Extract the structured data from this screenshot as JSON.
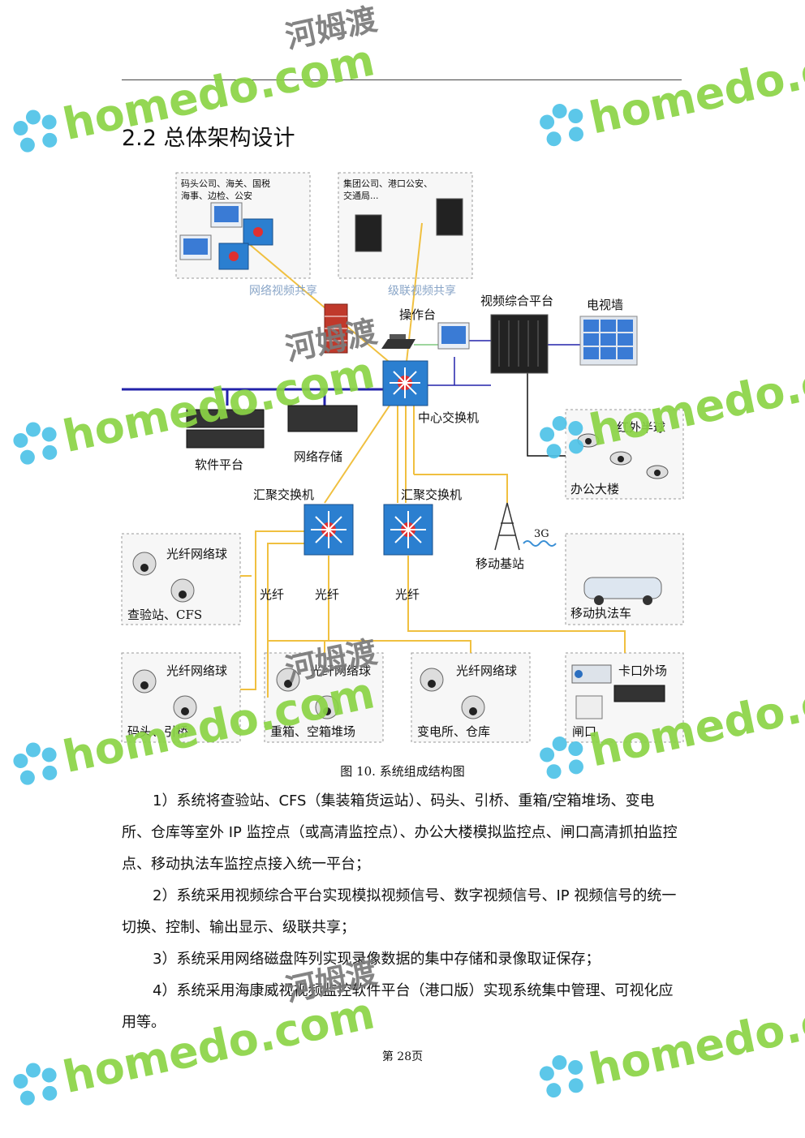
{
  "header": {
    "section_title": "2.2  总体架构设计"
  },
  "diagram": {
    "groups": {
      "top_left_text_line1": "码头公司、海关、国税",
      "top_left_text_line2": "海事、边检、公安",
      "top_right_text_line1": "集团公司、港口公安、",
      "top_right_text_line2": "交通局..."
    },
    "labels": {
      "network_share": "网络视频共享",
      "cascade_share": "级联视频共享",
      "console": "操作台",
      "video_platform": "视频综合平台",
      "video_wall": "电视墙",
      "core_switch": "中心交换机",
      "software_platform": "软件平台",
      "network_storage": "网络存储",
      "ir_dome": "红外半球",
      "office_building": "办公大楼",
      "agg_switch_1": "汇聚交换机",
      "agg_switch_2": "汇聚交换机",
      "three_g": "3G",
      "mobile_station": "移动基站",
      "mobile_vehicle": "移动执法车",
      "fiber_dome_1": "光纤网络球",
      "inspection_cfs": "查验站、CFS",
      "fiber_a": "光纤",
      "fiber_b": "光纤",
      "fiber_c": "光纤",
      "fiber_dome_2": "光纤网络球",
      "wharf_bridge": "码头、引桥",
      "fiber_dome_3": "光纤网络球",
      "container_yard": "重箱、空箱堆场",
      "fiber_dome_4": "光纤网络球",
      "substation_warehouse": "变电所、仓库",
      "checkpoint_outside": "卡口外场",
      "gate": "闸口"
    }
  },
  "caption": "图 10. 系统组成结构图",
  "paragraphs": {
    "p1": "1）系统将查验站、CFS（集装箱货运站）、码头、引桥、重箱/空箱堆场、变电所、仓库等室外 IP 监控点（或高清监控点）、办公大楼模拟监控点、闸口高清抓拍监控点、移动执法车监控点接入统一平台；",
    "p2": "2）系统采用视频综合平台实现模拟视频信号、数字视频信号、IP 视频信号的统一切换、控制、输出显示、级联共享；",
    "p3": "3）系统采用网络磁盘阵列实现录像数据的集中存储和录像取证保存；",
    "p4": "4）系统采用海康威视视频监控软件平台（港口版）实现系统集中管理、可视化应用等。"
  },
  "footer": {
    "page_number": "第 28页"
  },
  "watermark": {
    "en": "homedo.com",
    "cn": "河姆渡"
  },
  "colors": {
    "fiber_line": "#f0c040",
    "network_line": "#2222aa",
    "switch_blue": "#2b7fd0",
    "watermark_green": "#8bd446"
  }
}
